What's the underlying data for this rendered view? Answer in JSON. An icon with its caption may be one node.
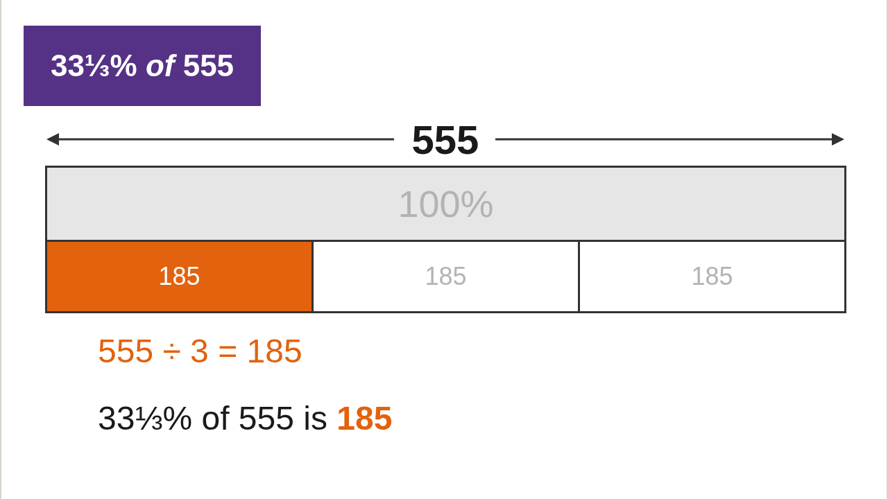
{
  "diagram": {
    "title": "33⅓% *of* 555",
    "nodes": [
      {
        "text": [
          "100%"
        ]
      },
      {
        "text": [
          "185"
        ]
      },
      {
        "text": [
          "185"
        ]
      },
      {
        "text": [
          "185"
        ]
      }
    ],
    "labels": [
      "555",
      "555 ÷ 3 = 185",
      "33⅓% of 555 is **185**"
    ]
  }
}
